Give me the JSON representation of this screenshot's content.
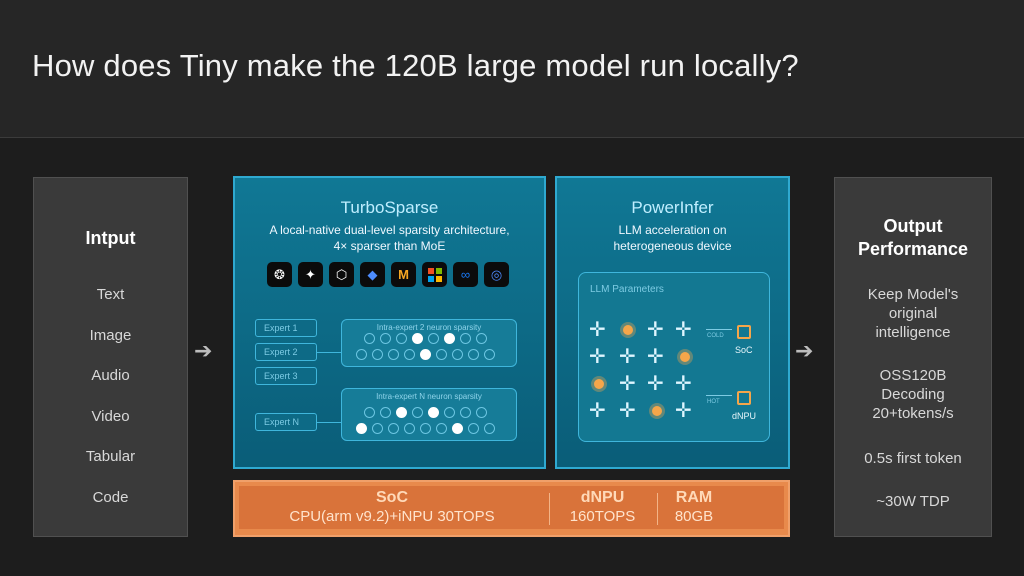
{
  "title": "How does Tiny make the 120B large model run locally?",
  "input_panel": {
    "heading": "Intput",
    "items": [
      "Text",
      "Image",
      "Audio",
      "Video",
      "Tabular",
      "Code"
    ]
  },
  "turbosparse": {
    "title": "TurboSparse",
    "subtitle_line1": "A local-native dual-level sparsity architecture,",
    "subtitle_line2": "4× sparser than MoE",
    "logos": [
      "openai-icon",
      "gemini-icon",
      "anthropic-icon",
      "deepseek-icon",
      "mistral-icon",
      "microsoft-icon",
      "meta-icon",
      "llm-icon"
    ],
    "experts": [
      "Expert 1",
      "Expert 2",
      "Expert 3",
      "Expert N"
    ],
    "intra_top_label": "Intra-expert 2 neuron sparsity",
    "intra_bottom_label": "Intra-expert N neuron sparsity",
    "top_dots_row1": [
      0,
      0,
      0,
      1,
      0,
      1,
      0,
      0
    ],
    "top_dots_row2": [
      0,
      0,
      0,
      0,
      1,
      0,
      0,
      0,
      0
    ],
    "bottom_dots_row1": [
      0,
      0,
      1,
      0,
      1,
      0,
      0,
      0
    ],
    "bottom_dots_row2": [
      1,
      0,
      0,
      0,
      0,
      0,
      1,
      0,
      0
    ]
  },
  "powerinfer": {
    "title": "PowerInfer",
    "subtitle_line1": "LLM acceleration on",
    "subtitle_line2": "heterogeneous device",
    "llm_label": "LLM Parameters",
    "soc_label": "SoC",
    "dnpu_label": "dNPU",
    "cold_label": "COLD",
    "hot_label": "HOT"
  },
  "hardware": {
    "soc_head": "SoC",
    "soc_val": "CPU(arm v9.2)+iNPU 30TOPS",
    "dnpu_head": "dNPU",
    "dnpu_val": "160TOPS",
    "ram_head": "RAM",
    "ram_val": "80GB"
  },
  "output_panel": {
    "heading_line1": "Output",
    "heading_line2": "Performance",
    "item1_line1": "Keep Model's",
    "item1_line2": "original",
    "item1_line3": "intelligence",
    "item2_line1": "OSS120B",
    "item2_line2": "Decoding",
    "item2_line3": "20+tokens/s",
    "item3": "0.5s first token",
    "item4": "~30W TDP"
  }
}
